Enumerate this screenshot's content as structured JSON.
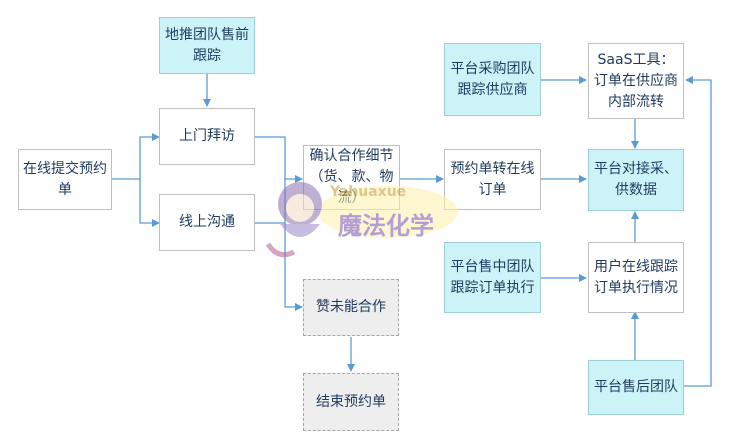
{
  "nodes": {
    "online_prebook": "在线提交预约单",
    "ground_team": "地推团队售前跟踪",
    "visit": "上门拜访",
    "online_comm": "线上沟通",
    "confirm": "确认合作细节（货、款、物流）",
    "not_coop": "赞未能合作",
    "end_prebook": "结束预约单",
    "convert": "预约单转在线订单",
    "purchase_team": "平台采购团队跟踪供应商",
    "saas": "SaaS工具：订单在供应商内部流转",
    "dock": "平台对接采、供数据",
    "sales_mid": "平台售中团队跟踪订单执行",
    "user_track": "用户在线跟踪订单执行情况",
    "after_sales": "平台售后团队"
  },
  "watermark": {
    "latin": "Yahuaxue",
    "cjk": "魔法化学"
  },
  "colors": {
    "arrow": "#5b9bd5",
    "cyan_fill": "#ccf3f8",
    "gray_fill": "#eeeeee"
  }
}
